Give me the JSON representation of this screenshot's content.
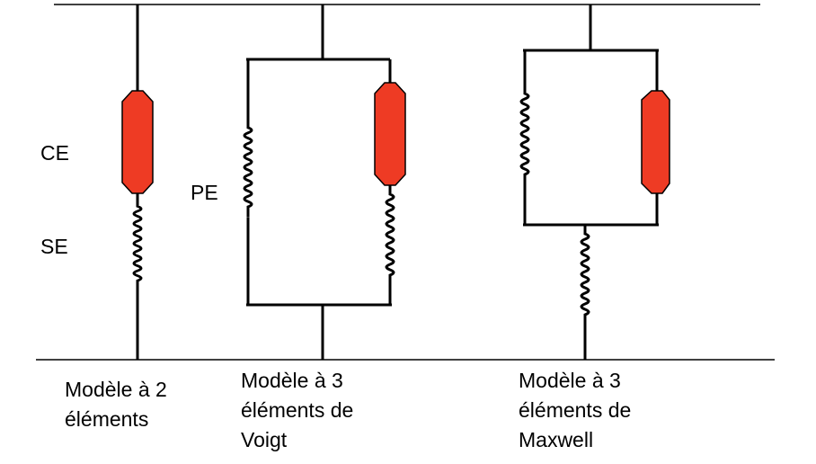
{
  "labels": {
    "ce": "CE",
    "se": "SE",
    "pe": "PE"
  },
  "captions": {
    "model1": [
      "Modèle à 2",
      "éléments"
    ],
    "model2": [
      "Modèle à 3",
      "éléments de",
      "Voigt"
    ],
    "model3": [
      "Modèle à 3",
      "éléments de",
      "Maxwell"
    ]
  },
  "colors": {
    "contractile_fill": "#ee3b24",
    "line": "#000000"
  },
  "icons": {
    "contractile": "contractile-element-icon",
    "spring": "spring-icon"
  }
}
